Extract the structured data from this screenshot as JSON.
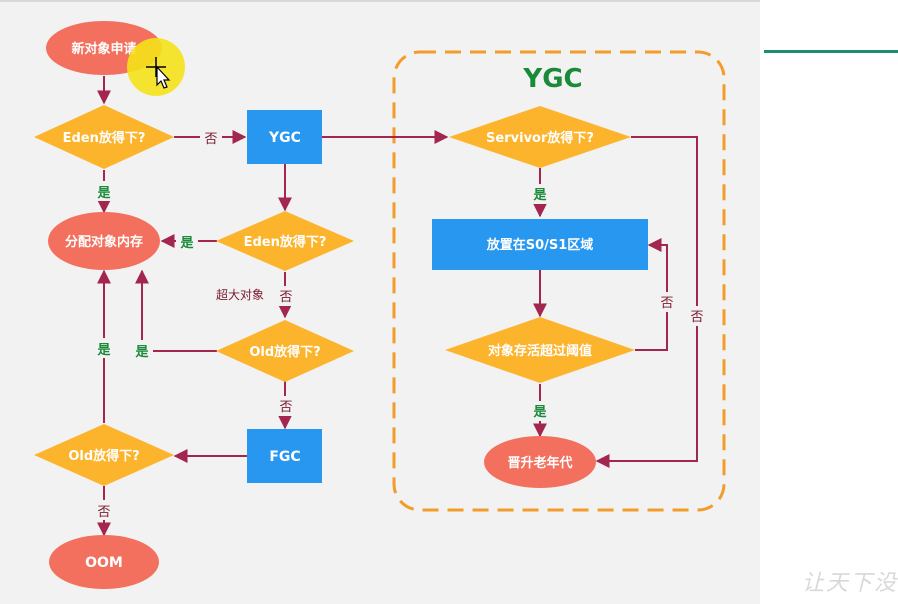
{
  "nodes": {
    "new_object": "新对象申请",
    "eden_check_1": "Eden放得下?",
    "allocate": "分配对象内存",
    "ygc": "YGC",
    "eden_check_2": "Eden放得下?",
    "old_check_1": "Old放得下?",
    "fgc": "FGC",
    "old_check_2": "Old放得下?",
    "oom": "OOM",
    "ygc_title": "YGC",
    "survivor_check": "Servivor放得下?",
    "place_s0s1": "放置在S0/S1区域",
    "age_check": "对象存活超过阈值",
    "promote": "晋升老年代"
  },
  "edge_labels": {
    "yes": "是",
    "no": "否",
    "large_object": "超大对象"
  },
  "watermark": "让天下没"
}
